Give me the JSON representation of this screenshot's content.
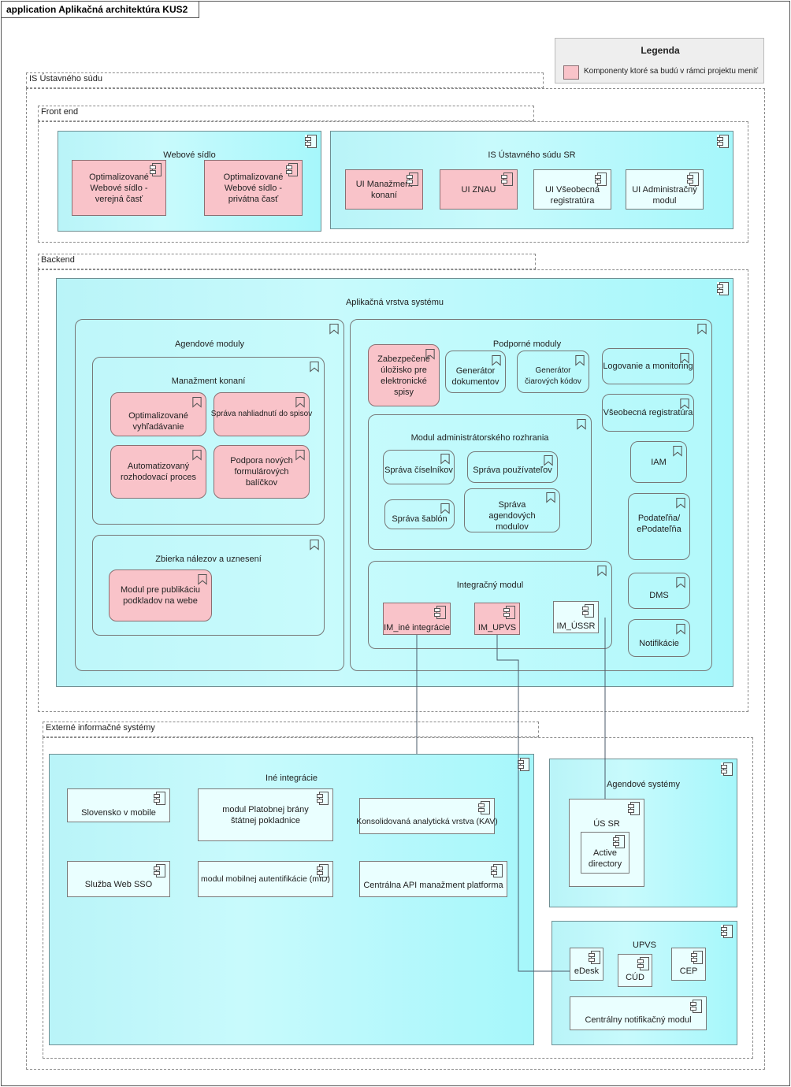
{
  "diagram_title": "application Aplikačná architektúra KUS2",
  "legend": {
    "title": "Legenda",
    "item": "Komponenty ktoré sa budú v rámci projektu meniť",
    "changed_color": "#f9c3c9"
  },
  "colors": {
    "cyan": "#b9f4f8",
    "pink": "#f9c3c9",
    "connector": "#4a5a6a"
  },
  "packages": {
    "is_us": "IS Ústavného súdu",
    "front_end": "Front end",
    "backend": "Backend",
    "external": "Externé informačné systémy"
  },
  "front": {
    "web": {
      "title": "Webové sídlo",
      "public": "Optimalizované Webové sídlo - verejná časť",
      "private": "Optimalizované Webové sídlo - privátna časť"
    },
    "issr": {
      "title": "IS Ústavného súdu SR",
      "items": [
        "UI Manažment konaní",
        "UI ZNAU",
        "UI Všeobecná registratúra",
        "UI Administračný modul"
      ]
    }
  },
  "backend": {
    "app_layer": "Aplikačná vrstva systému",
    "agend": {
      "title": "Agendové moduly",
      "konani": {
        "title": "Manažment konaní",
        "items": [
          "Optimalizované vyhľadávanie",
          "Správa nahliadnutí do spisov",
          "Automatizovaný rozhodovací proces",
          "Podpora nových formulárových balíčkov"
        ]
      },
      "zbierka": {
        "title": "Zbierka nálezov a uznesení",
        "item": "Modul pre publikáciu podkladov na webe"
      }
    },
    "support": {
      "title": "Podporné moduly",
      "storage": "Zabezpečené úložisko pre elektronické spisy",
      "docgen": "Generátor dokumentov",
      "bargen": "Generátor čiarových kódov",
      "logging": "Logovanie a monitoring",
      "registry": "Všeobecná registratúra",
      "iam": "IAM",
      "podatelna": "Podateľňa/ ePodateľňa",
      "dms": "DMS",
      "notif": "Notifikácie",
      "admin": {
        "title": "Modul administrátorského rozhrania",
        "items": [
          "Správa číselníkov",
          "Správa používateľov",
          "Správa šablón",
          "Správa agendových modulov"
        ]
      },
      "integ": {
        "title": "Integračný modul",
        "items": [
          "IM_iné integrácie",
          "IM_UPVS",
          "IM_ÚSSR"
        ]
      }
    }
  },
  "external": {
    "ine": {
      "title": "Iné integrácie",
      "items": [
        "Slovensko v mobile",
        "modul Platobnej brány štátnej pokladnice",
        "Konsolidovaná analytická vrstva (KAV)",
        "Služba Web SSO",
        "modul mobilnej autentifikácie (mID)",
        "Centrálna API manažment platforma"
      ]
    },
    "agend_sys": {
      "title": "Agendové systémy",
      "ussr": "ÚS SR",
      "ad": "Active directory"
    },
    "upvs": {
      "title": "UPVS",
      "items": [
        "eDesk",
        "CÚD",
        "CEP",
        "Centrálny notifikačný modul"
      ]
    }
  }
}
